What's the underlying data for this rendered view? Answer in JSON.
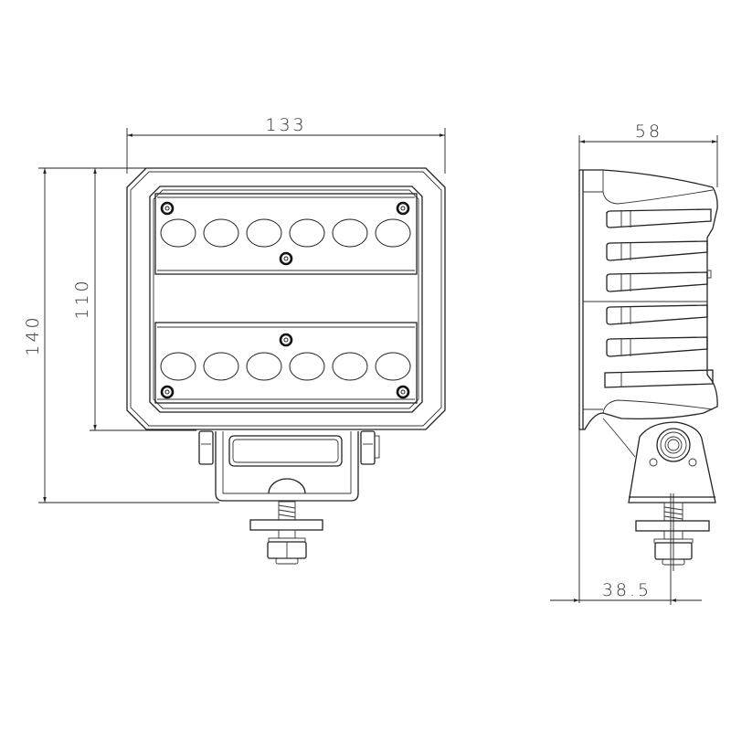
{
  "drawing": {
    "title": "LED work light dimension drawing",
    "units": "mm",
    "line_color": "#222222",
    "background": "#ffffff"
  },
  "front_view": {
    "dimensions": {
      "width": "133",
      "height_overall": "140",
      "height_housing": "110"
    },
    "led_rows": [
      {
        "name": "upper",
        "led_count": 6,
        "center_screw": "below"
      },
      {
        "name": "lower",
        "led_count": 6,
        "center_screw": "above"
      }
    ],
    "corner_screws": 4
  },
  "side_view": {
    "dimensions": {
      "depth": "58",
      "mount_offset": "38.5"
    },
    "cooling_fins": 6
  }
}
